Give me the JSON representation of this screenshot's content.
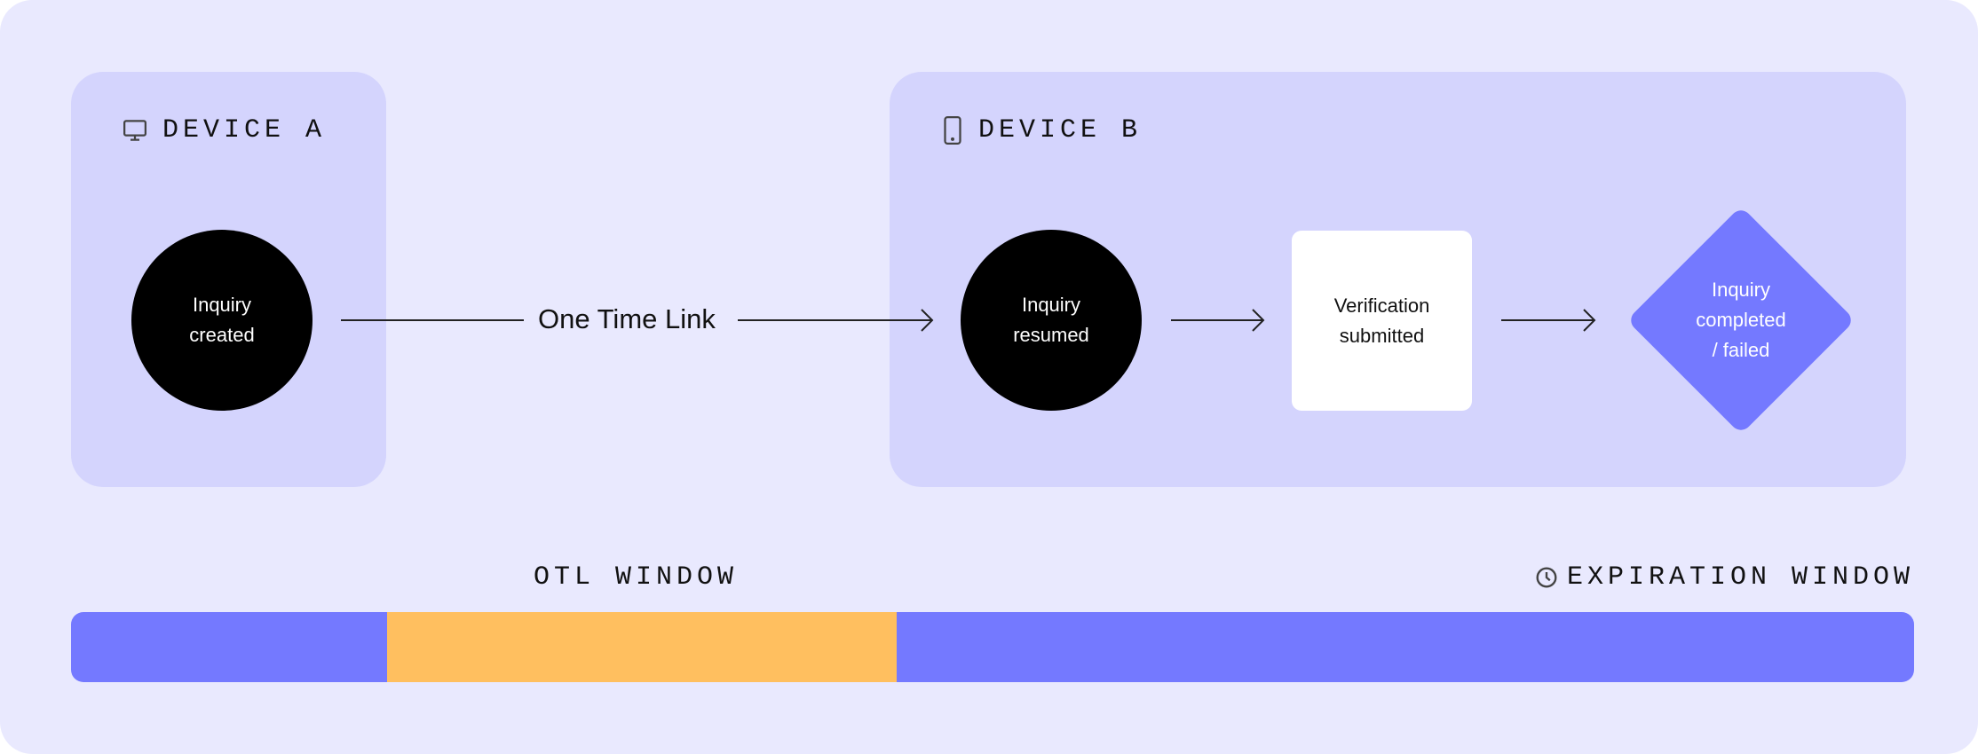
{
  "device_a": {
    "title": "DEVICE A",
    "icon": "monitor-icon",
    "node": {
      "line1": "Inquiry",
      "line2": "created"
    }
  },
  "link_label": "One Time Link",
  "device_b": {
    "title": "DEVICE B",
    "icon": "smartphone-icon",
    "nodes": [
      {
        "line1": "Inquiry",
        "line2": "resumed"
      },
      {
        "line1": "Verification",
        "line2": "submitted"
      },
      {
        "line1": "Inquiry",
        "line2": "completed",
        "line3": "/ failed"
      }
    ]
  },
  "timeline": {
    "otl_label": "OTL WINDOW",
    "expiration_label": "EXPIRATION WINDOW",
    "expiration_icon": "clock-icon"
  },
  "colors": {
    "background": "#E9E9FE",
    "panel": "#D4D4FD",
    "accent": "#7479FF",
    "otl": "#FFBF5F",
    "node": "#000000"
  }
}
